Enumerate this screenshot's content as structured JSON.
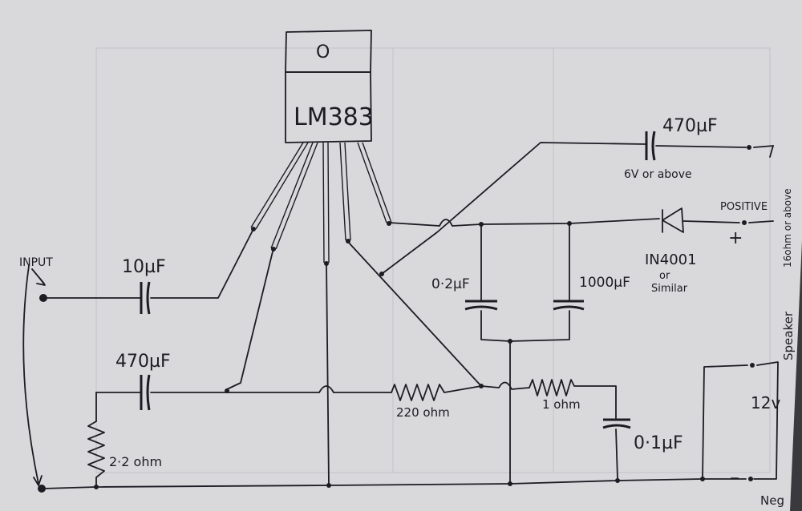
{
  "chip": {
    "pin1": "O",
    "name": "LM383"
  },
  "input": {
    "label": "INPUT"
  },
  "capacitors": {
    "input_cap": "10µF",
    "bypass_cap": "470µF",
    "output_cap": "470µF",
    "output_cap_note": "6V or above",
    "supply_small": "0·2µF",
    "supply_large": "1000µF",
    "zobel_cap": "0·1µF"
  },
  "resistors": {
    "r_ground": "2·2 ohm",
    "r_feedback": "220 ohm",
    "r_zobel": "1 ohm"
  },
  "diode": {
    "part": "IN4001",
    "note_line1": "or",
    "note_line2": "Similar"
  },
  "power": {
    "positive": "POSITIVE",
    "plus": "+",
    "voltage": "12v",
    "minus": "–",
    "neg": "Neg"
  },
  "speaker": {
    "label": "Speaker",
    "rating": "16ohm or above"
  }
}
